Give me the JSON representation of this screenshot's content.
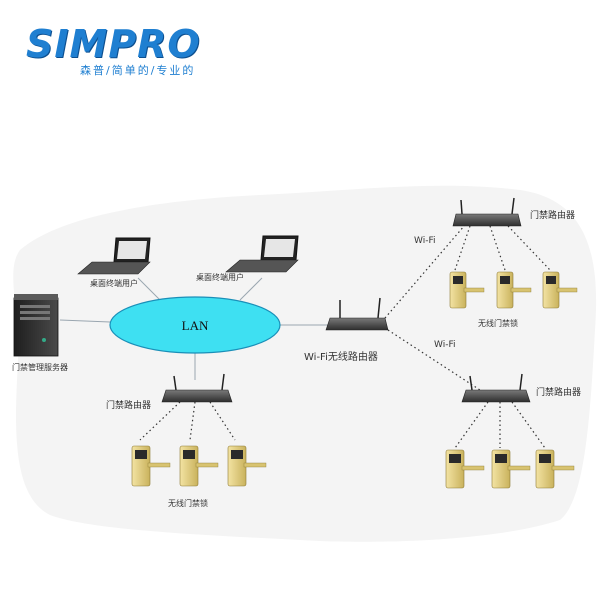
{
  "logo": {
    "brand": "SIMPRO",
    "tagline": "森普/简单的/专业的"
  },
  "diagram": {
    "lan_label": "LAN",
    "server_label": "门禁管理服务器",
    "desktop_label_1": "桌面终端用户",
    "desktop_label_2": "桌面终端用户",
    "wifi_router_label": "Wi-Fi无线路由器",
    "door_router_left_label": "门禁路由器",
    "door_router_top_label": "门禁路由器",
    "door_router_bottom_label": "门禁路由器",
    "wifi_link_top": "Wi-Fi",
    "wifi_link_bottom": "Wi-Fi",
    "locks_left_label": "无线门禁锁",
    "locks_top_label": "无线门禁锁"
  },
  "colors": {
    "brand_blue": "#1f7fd1",
    "lan_fill": "#3ee0f2",
    "lan_stroke": "#1a8fb8",
    "lock_gold": "#e8d48a",
    "router_dark": "#4a4a4a"
  }
}
